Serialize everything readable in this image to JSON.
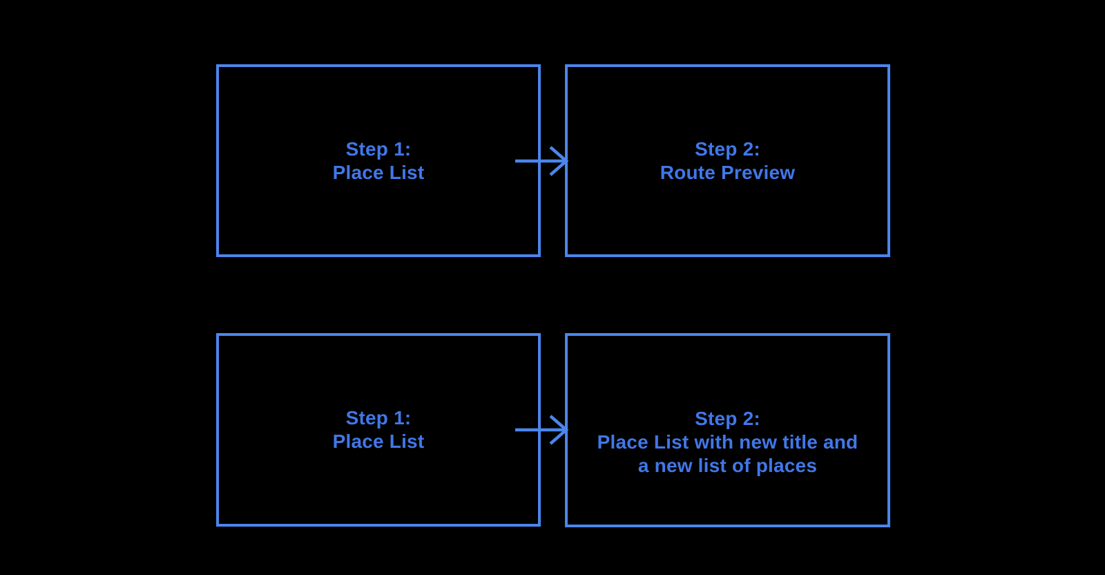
{
  "diagram": {
    "background_color": "#000000",
    "box_border_color": "#4B86EC",
    "text_color": "#4177E8",
    "flows": [
      {
        "from_box": {
          "label": "Step 1:\nPlace List"
        },
        "arrow": "right",
        "to_box": {
          "label": "Step 2:\nRoute Preview"
        }
      },
      {
        "from_box": {
          "label": "Step 1:\nPlace List"
        },
        "arrow": "right",
        "to_box": {
          "label": "Step 2:\nPlace List with new title and\na new list of places"
        }
      }
    ]
  }
}
